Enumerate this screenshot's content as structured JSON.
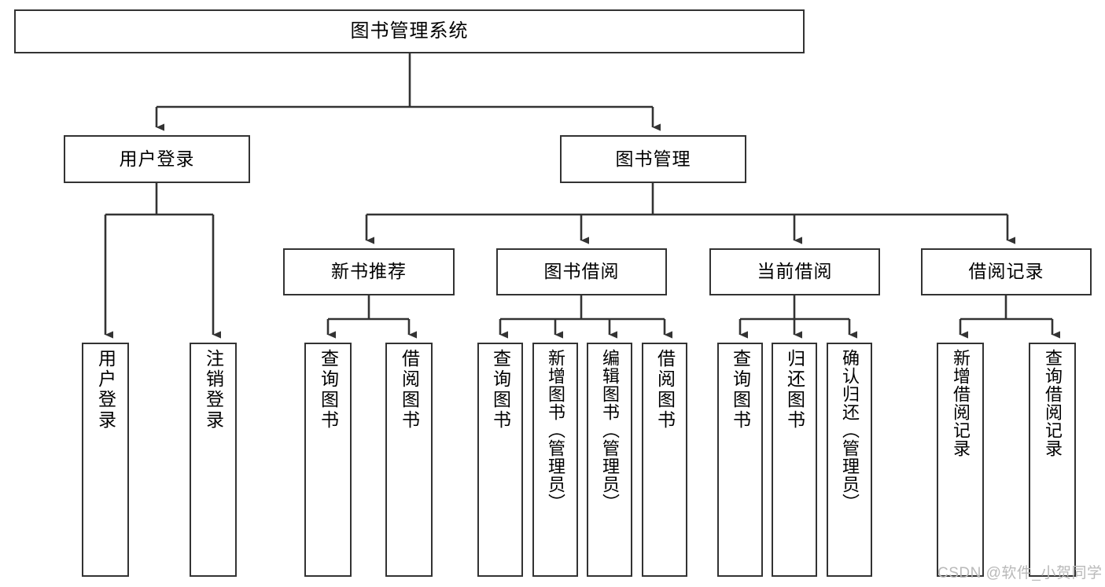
{
  "diagram": {
    "title": "图书管理系统",
    "type": "tree-hierarchy-chart",
    "colors": {
      "box_border": "#333333",
      "box_fill": "#ffffff",
      "edge": "#333333",
      "text": "#000000",
      "watermark": "#b9b9b9",
      "background": "#ffffff"
    },
    "root": {
      "label": "图书管理系统"
    },
    "level2": [
      {
        "label": "用户登录"
      },
      {
        "label": "图书管理"
      }
    ],
    "level3": [
      {
        "label": "新书推荐"
      },
      {
        "label": "图书借阅"
      },
      {
        "label": "当前借阅"
      },
      {
        "label": "借阅记录"
      }
    ],
    "leaves": {
      "user_login": [
        {
          "label": "用户登录"
        },
        {
          "label": "注销登录"
        }
      ],
      "new_book_recommend": [
        {
          "label": "查询图书"
        },
        {
          "label": "借阅图书"
        }
      ],
      "book_borrow": [
        {
          "label": "查询图书"
        },
        {
          "label": "新增图书（管理员）"
        },
        {
          "label": "编辑图书（管理员）"
        },
        {
          "label": "借阅图书"
        }
      ],
      "current_borrow": [
        {
          "label": "查询图书"
        },
        {
          "label": "归还图书"
        },
        {
          "label": "确认归还（管理员）"
        }
      ],
      "borrow_record": [
        {
          "label": "新增借阅记录"
        },
        {
          "label": "查询借阅记录"
        }
      ]
    }
  },
  "watermark": {
    "text": "CSDN @软件_小贺同学"
  }
}
